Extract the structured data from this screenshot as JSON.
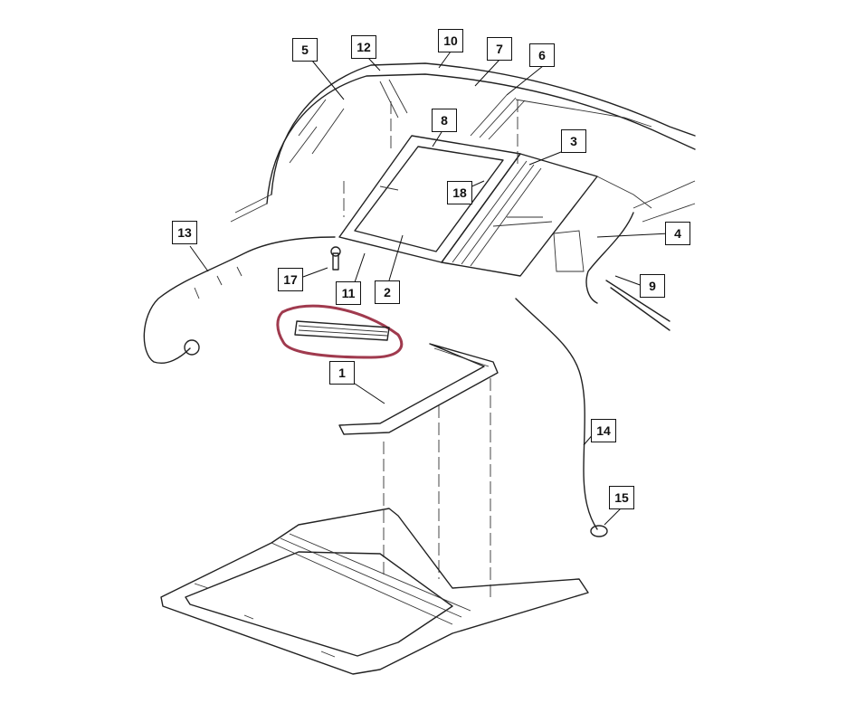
{
  "callouts": [
    {
      "id": "c5",
      "label": "5"
    },
    {
      "id": "c12",
      "label": "12"
    },
    {
      "id": "c10",
      "label": "10"
    },
    {
      "id": "c7",
      "label": "7"
    },
    {
      "id": "c6",
      "label": "6"
    },
    {
      "id": "c8",
      "label": "8"
    },
    {
      "id": "c3",
      "label": "3"
    },
    {
      "id": "c18",
      "label": "18"
    },
    {
      "id": "c13",
      "label": "13"
    },
    {
      "id": "c4",
      "label": "4"
    },
    {
      "id": "c17",
      "label": "17"
    },
    {
      "id": "c11",
      "label": "11"
    },
    {
      "id": "c2",
      "label": "2"
    },
    {
      "id": "c9",
      "label": "9"
    },
    {
      "id": "c1",
      "label": "1"
    },
    {
      "id": "c14",
      "label": "14"
    },
    {
      "id": "c15",
      "label": "15"
    }
  ],
  "highlight": {
    "color": "#a03a4e",
    "part": "1"
  }
}
